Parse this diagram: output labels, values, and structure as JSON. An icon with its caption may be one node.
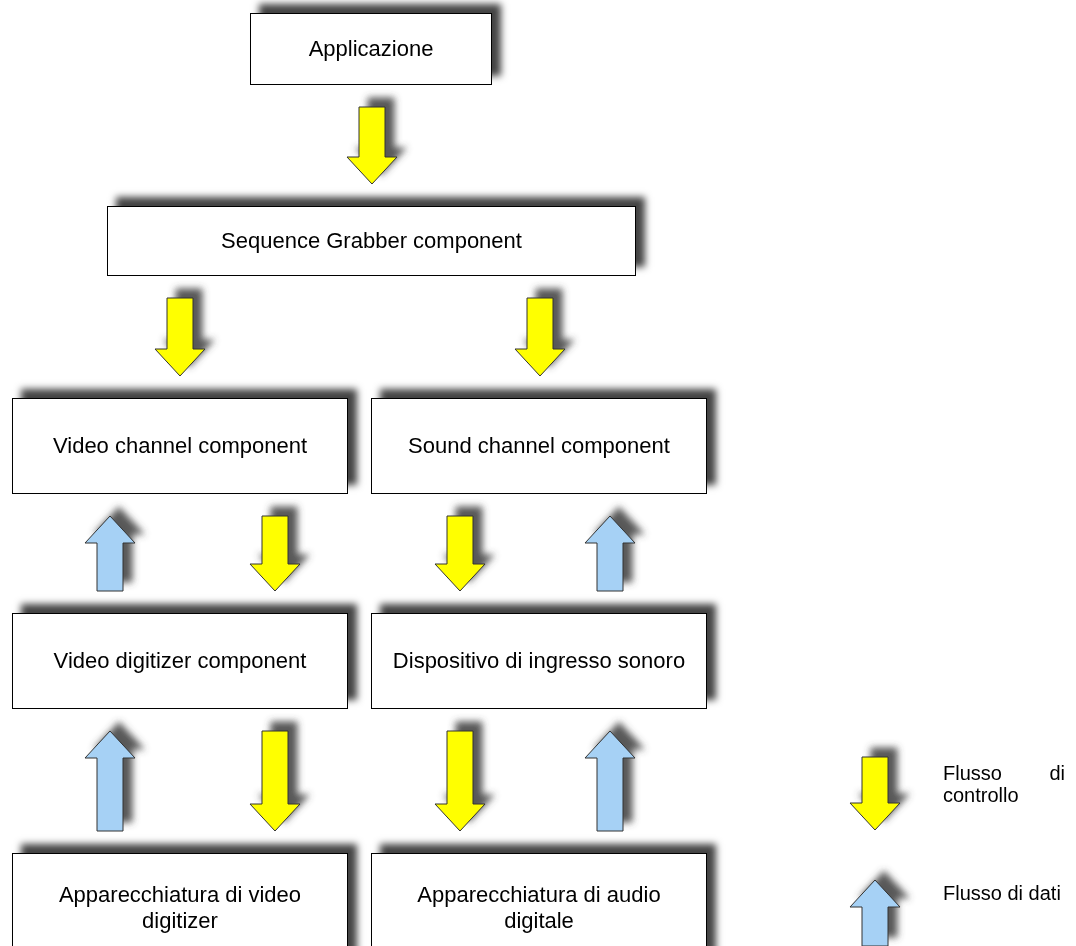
{
  "diagram": {
    "nodes": [
      {
        "text": [
          "Applicazione"
        ]
      },
      {
        "text": [
          "Sequence Grabber component"
        ]
      },
      {
        "text": [
          "Video channel component"
        ]
      },
      {
        "text": [
          "Sound channel component"
        ]
      },
      {
        "text": [
          "Video digitizer component"
        ]
      },
      {
        "text": [
          "Dispositivo di ingresso sonoro"
        ]
      },
      {
        "text": [
          "Apparecchiatura di video digitizer"
        ]
      },
      {
        "text": [
          "Apparecchiatura di audio digitale"
        ]
      }
    ],
    "edges": [
      {
        "from": 0,
        "to": 1,
        "arrow": "to"
      },
      {
        "from": 1,
        "to": 2,
        "arrow": "to"
      },
      {
        "from": 1,
        "to": 3,
        "arrow": "to"
      },
      {
        "from": 4,
        "to": 2,
        "arrow": "to",
        "color": "#a6d1f5"
      },
      {
        "from": 2,
        "to": 4,
        "arrow": "to"
      },
      {
        "from": 3,
        "to": 5,
        "arrow": "to"
      },
      {
        "from": 5,
        "to": 3,
        "arrow": "to",
        "color": "#a6d1f5"
      },
      {
        "from": 6,
        "to": 4,
        "arrow": "to",
        "color": "#a6d1f5"
      },
      {
        "from": 4,
        "to": 6,
        "arrow": "to"
      },
      {
        "from": 5,
        "to": 7,
        "arrow": "to"
      },
      {
        "from": 7,
        "to": 5,
        "arrow": "to",
        "color": "#a6d1f5"
      }
    ],
    "legend": [
      {
        "text": "Flusso di controllo",
        "color": "#ffff00"
      },
      {
        "text": "Flusso di dati",
        "color": "#a6d1f5"
      }
    ]
  }
}
